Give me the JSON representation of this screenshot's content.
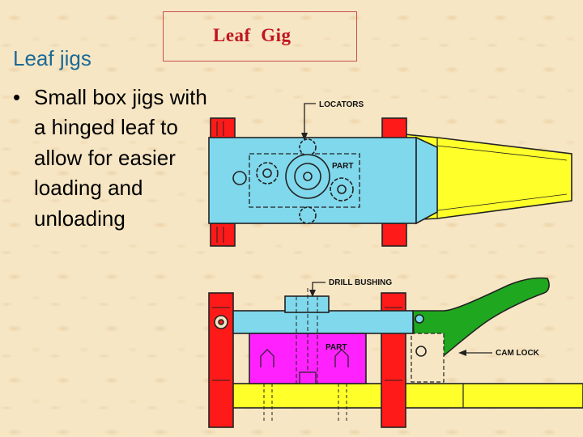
{
  "slide": {
    "title": "Leaf  Gig",
    "heading": "Leaf jigs",
    "bullet_symbol": "•",
    "bullet_lines": [
      "Small box jigs with",
      "a hinged leaf to",
      "allow for easier",
      "loading and",
      "unloading"
    ]
  },
  "drawing": {
    "labels": {
      "locators": "LOCATORS",
      "part_top": "PART",
      "drill_bushing": "DRILL BUSHING",
      "part_bottom": "PART",
      "cam_lock": "CAM LOCK"
    },
    "colors": {
      "body": "#80d8ec",
      "clamp": "#ff1a1a",
      "handle": "#ffff2a",
      "part": "#ff22ff",
      "lever": "#1fa81f",
      "outline": "#222222"
    }
  }
}
